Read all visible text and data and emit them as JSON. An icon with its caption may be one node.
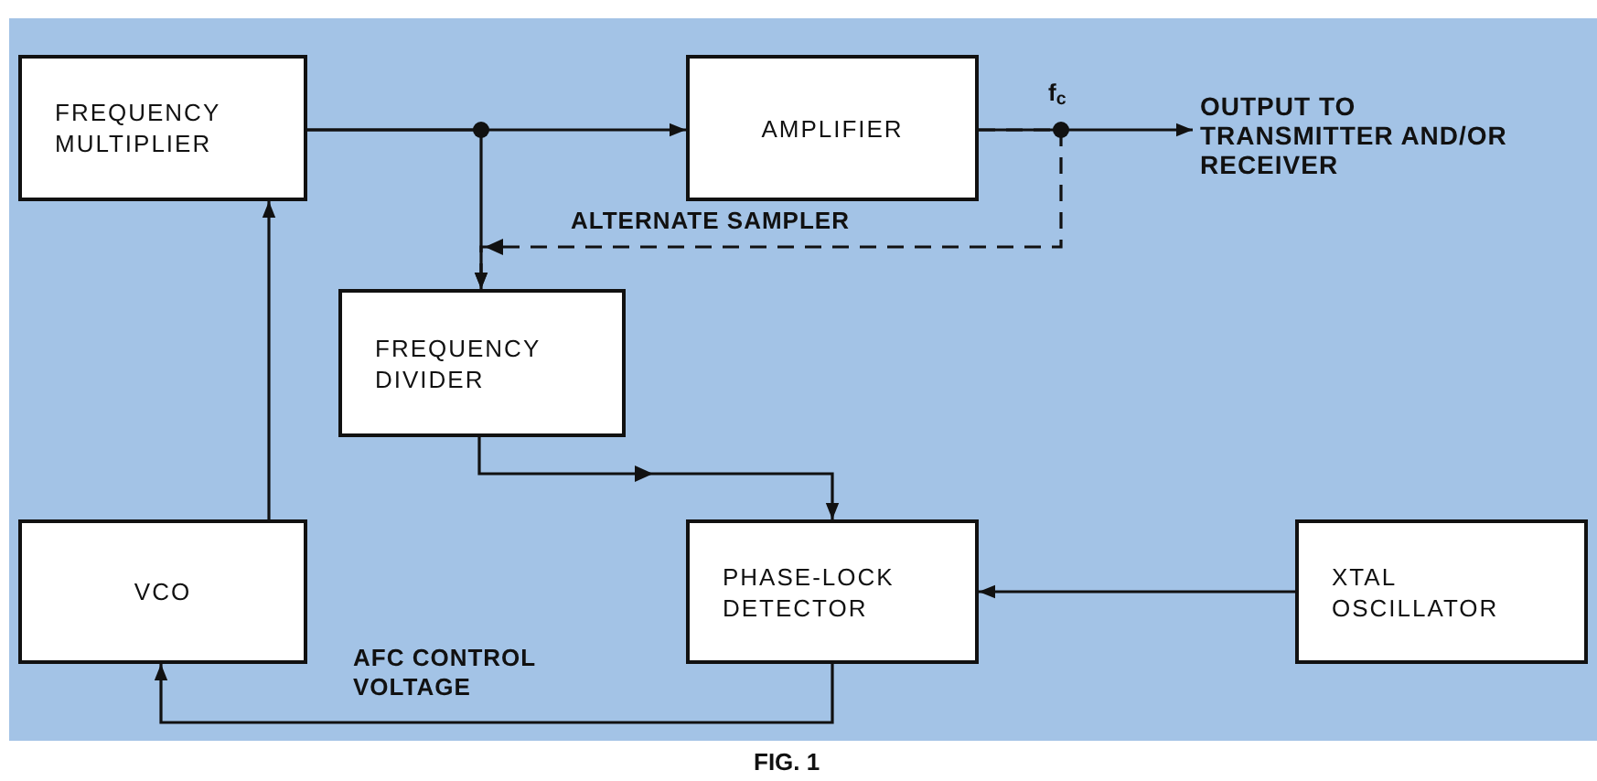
{
  "diagram": {
    "caption": "FIG. 1",
    "nodes": [
      {
        "text": [
          "FREQUENCY MULTIPLIER"
        ]
      },
      {
        "text": [
          "AMPLIFIER"
        ]
      },
      {
        "text": [
          "OUTPUT TO TRANSMITTER AND/OR RECEIVER"
        ]
      },
      {
        "text": [
          "FREQUENCY DIVIDER"
        ]
      },
      {
        "text": [
          "VCO"
        ]
      },
      {
        "text": [
          "PHASE-LOCK DETECTOR"
        ]
      },
      {
        "text": [
          "XTAL OSCILLATOR"
        ]
      }
    ],
    "edges": [
      {
        "from": 0,
        "to": 1,
        "arrow": "to"
      },
      {
        "from": 0,
        "to": 3,
        "arrow": "to"
      },
      {
        "from": 1,
        "to": 2,
        "arrow": "to"
      },
      {
        "from": 1,
        "to": 3,
        "arrow": "to",
        "style": "dashed",
        "label": "ALTERNATE SAMPLER"
      },
      {
        "from": 3,
        "to": 5,
        "arrow": "to"
      },
      {
        "from": 6,
        "to": 5,
        "arrow": "to"
      },
      {
        "from": 5,
        "to": 4,
        "arrow": "to",
        "label": "AFC CONTROL VOLTAGE"
      },
      {
        "from": 4,
        "to": 0,
        "arrow": "to"
      }
    ],
    "labels": [
      "f$_{c}$"
    ]
  }
}
